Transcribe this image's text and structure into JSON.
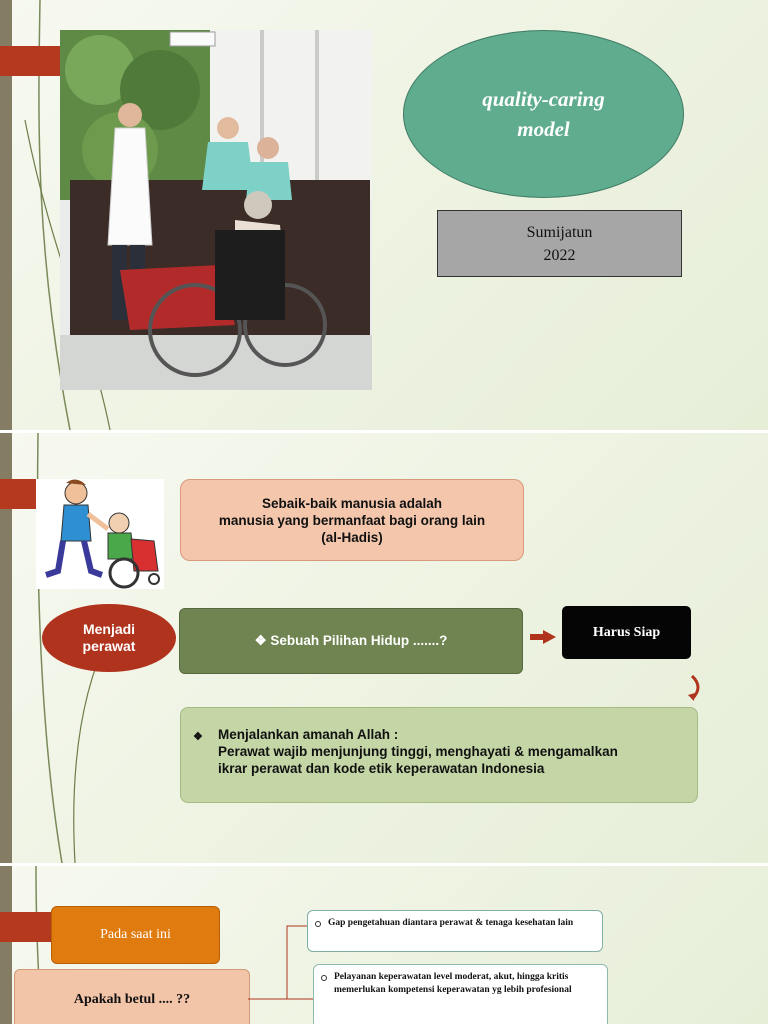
{
  "slide1": {
    "title_lines": [
      "quality-caring",
      "model"
    ],
    "author": "Sumijatun",
    "year": "2022"
  },
  "slide2": {
    "hadis_lines": [
      "Sebaik-baik manusia adalah",
      "manusia yang bermanfaat bagi orang lain",
      "(al-Hadis)"
    ],
    "menjadi_lines": [
      "Menjadi",
      "perawat"
    ],
    "pilihan": "❖ Sebuah Pilihan  Hidup .......?",
    "harus_siap": "Harus Siap",
    "amanah_bullet": "❖",
    "amanah_lines": [
      "Menjalankan amanah Allah  :",
      "Perawat wajib menjunjung tinggi, menghayati & mengamalkan",
      "ikrar perawat dan kode etik keperawatan Indonesia"
    ]
  },
  "slide3": {
    "pada_saat_ini": "Pada saat ini",
    "apakah": "Apakah betul .... ??",
    "gap_text": "Gap pengetahuan  diantara perawat & tenaga kesehatan lain",
    "pelayanan_text": "Pelayanan keperawatan level moderat, akut, hingga kritis memerlukan kompetensi keperawatan yg lebih profesional"
  },
  "colors": {
    "tab_red": "#b5391f",
    "ellipse_green": "#5fac8e",
    "olive_box": "#6f8450",
    "light_green_box": "#c4d6a6",
    "peach_box": "#f4c6ac",
    "orange_box": "#e07b10"
  }
}
